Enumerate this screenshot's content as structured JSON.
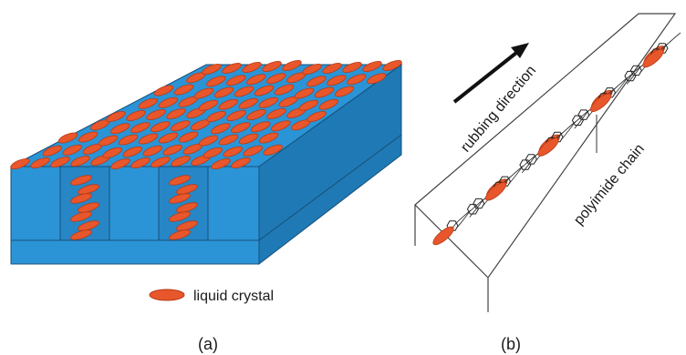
{
  "panel_a": {
    "legend_label": "liquid crystal",
    "caption": "(a)",
    "colors": {
      "substrate": "#2b94d6",
      "substrate_dark": "#1f79b4",
      "molecule": "#e8572b",
      "molecule_edge": "#b63a16"
    }
  },
  "panel_b": {
    "arrow_label": "rubbing direction",
    "chain_label": "polyimide chain",
    "caption": "(b)",
    "colors": {
      "outline": "#444444",
      "molecule": "#e8572b"
    }
  }
}
